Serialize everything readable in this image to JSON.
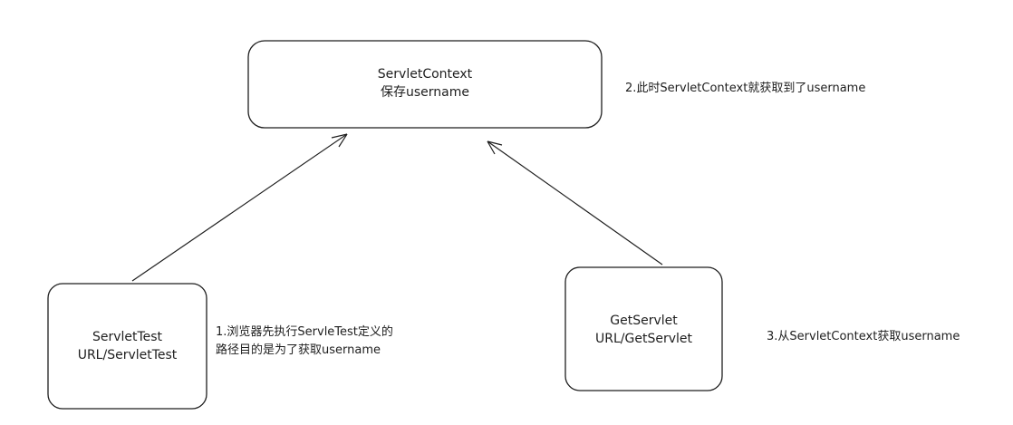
{
  "nodes": {
    "context": {
      "line1": "ServletContext",
      "line2": "保存username"
    },
    "servlet_test": {
      "line1": "ServletTest",
      "line2": "URL/ServletTest"
    },
    "get_servlet": {
      "line1": "GetServlet",
      "line2": "URL/GetServlet"
    }
  },
  "notes": {
    "step1": {
      "line1": "1.浏览器先执行ServleTest定义的",
      "line2": "路径目的是为了获取username"
    },
    "step2": "2.此时ServletContext就获取到了username",
    "step3": "3.从ServletContext获取username"
  },
  "colors": {
    "stroke": "#1e1e1e",
    "background": "#ffffff"
  }
}
